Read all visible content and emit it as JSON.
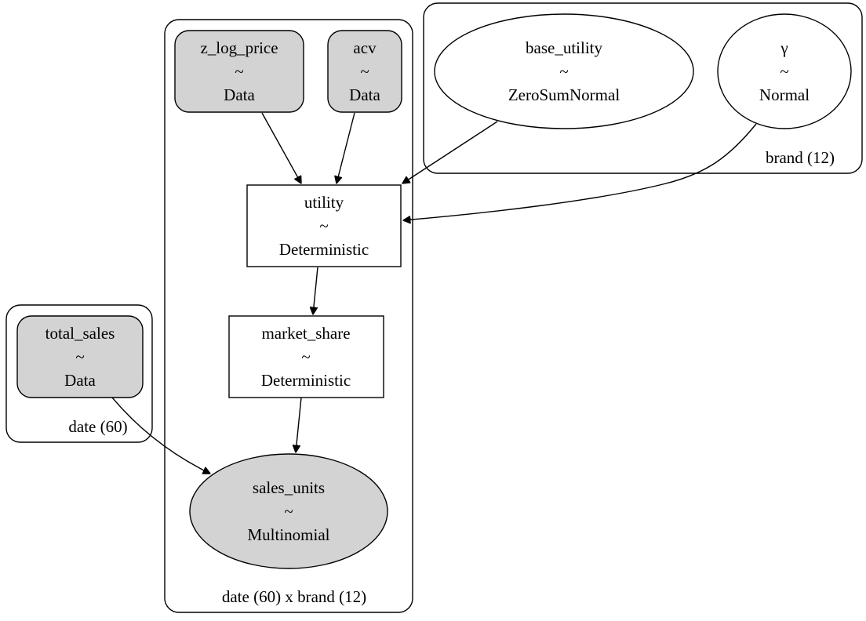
{
  "plates": {
    "brand": {
      "label": "brand (12)"
    },
    "date": {
      "label": "date (60)"
    },
    "date_brand": {
      "label": "date (60) x brand (12)"
    }
  },
  "nodes": {
    "z_log_price": {
      "name": "z_log_price",
      "tilde": "~",
      "dist": "Data"
    },
    "acv": {
      "name": "acv",
      "tilde": "~",
      "dist": "Data"
    },
    "base_utility": {
      "name": "base_utility",
      "tilde": "~",
      "dist": "ZeroSumNormal"
    },
    "gamma": {
      "name": "γ",
      "tilde": "~",
      "dist": "Normal"
    },
    "utility": {
      "name": "utility",
      "tilde": "~",
      "dist": "Deterministic"
    },
    "market_share": {
      "name": "market_share",
      "tilde": "~",
      "dist": "Deterministic"
    },
    "total_sales": {
      "name": "total_sales",
      "tilde": "~",
      "dist": "Data"
    },
    "sales_units": {
      "name": "sales_units",
      "tilde": "~",
      "dist": "Multinomial"
    }
  },
  "colors": {
    "observed_fill": "#d3d3d3",
    "stroke": "#000000",
    "background": "#ffffff"
  }
}
